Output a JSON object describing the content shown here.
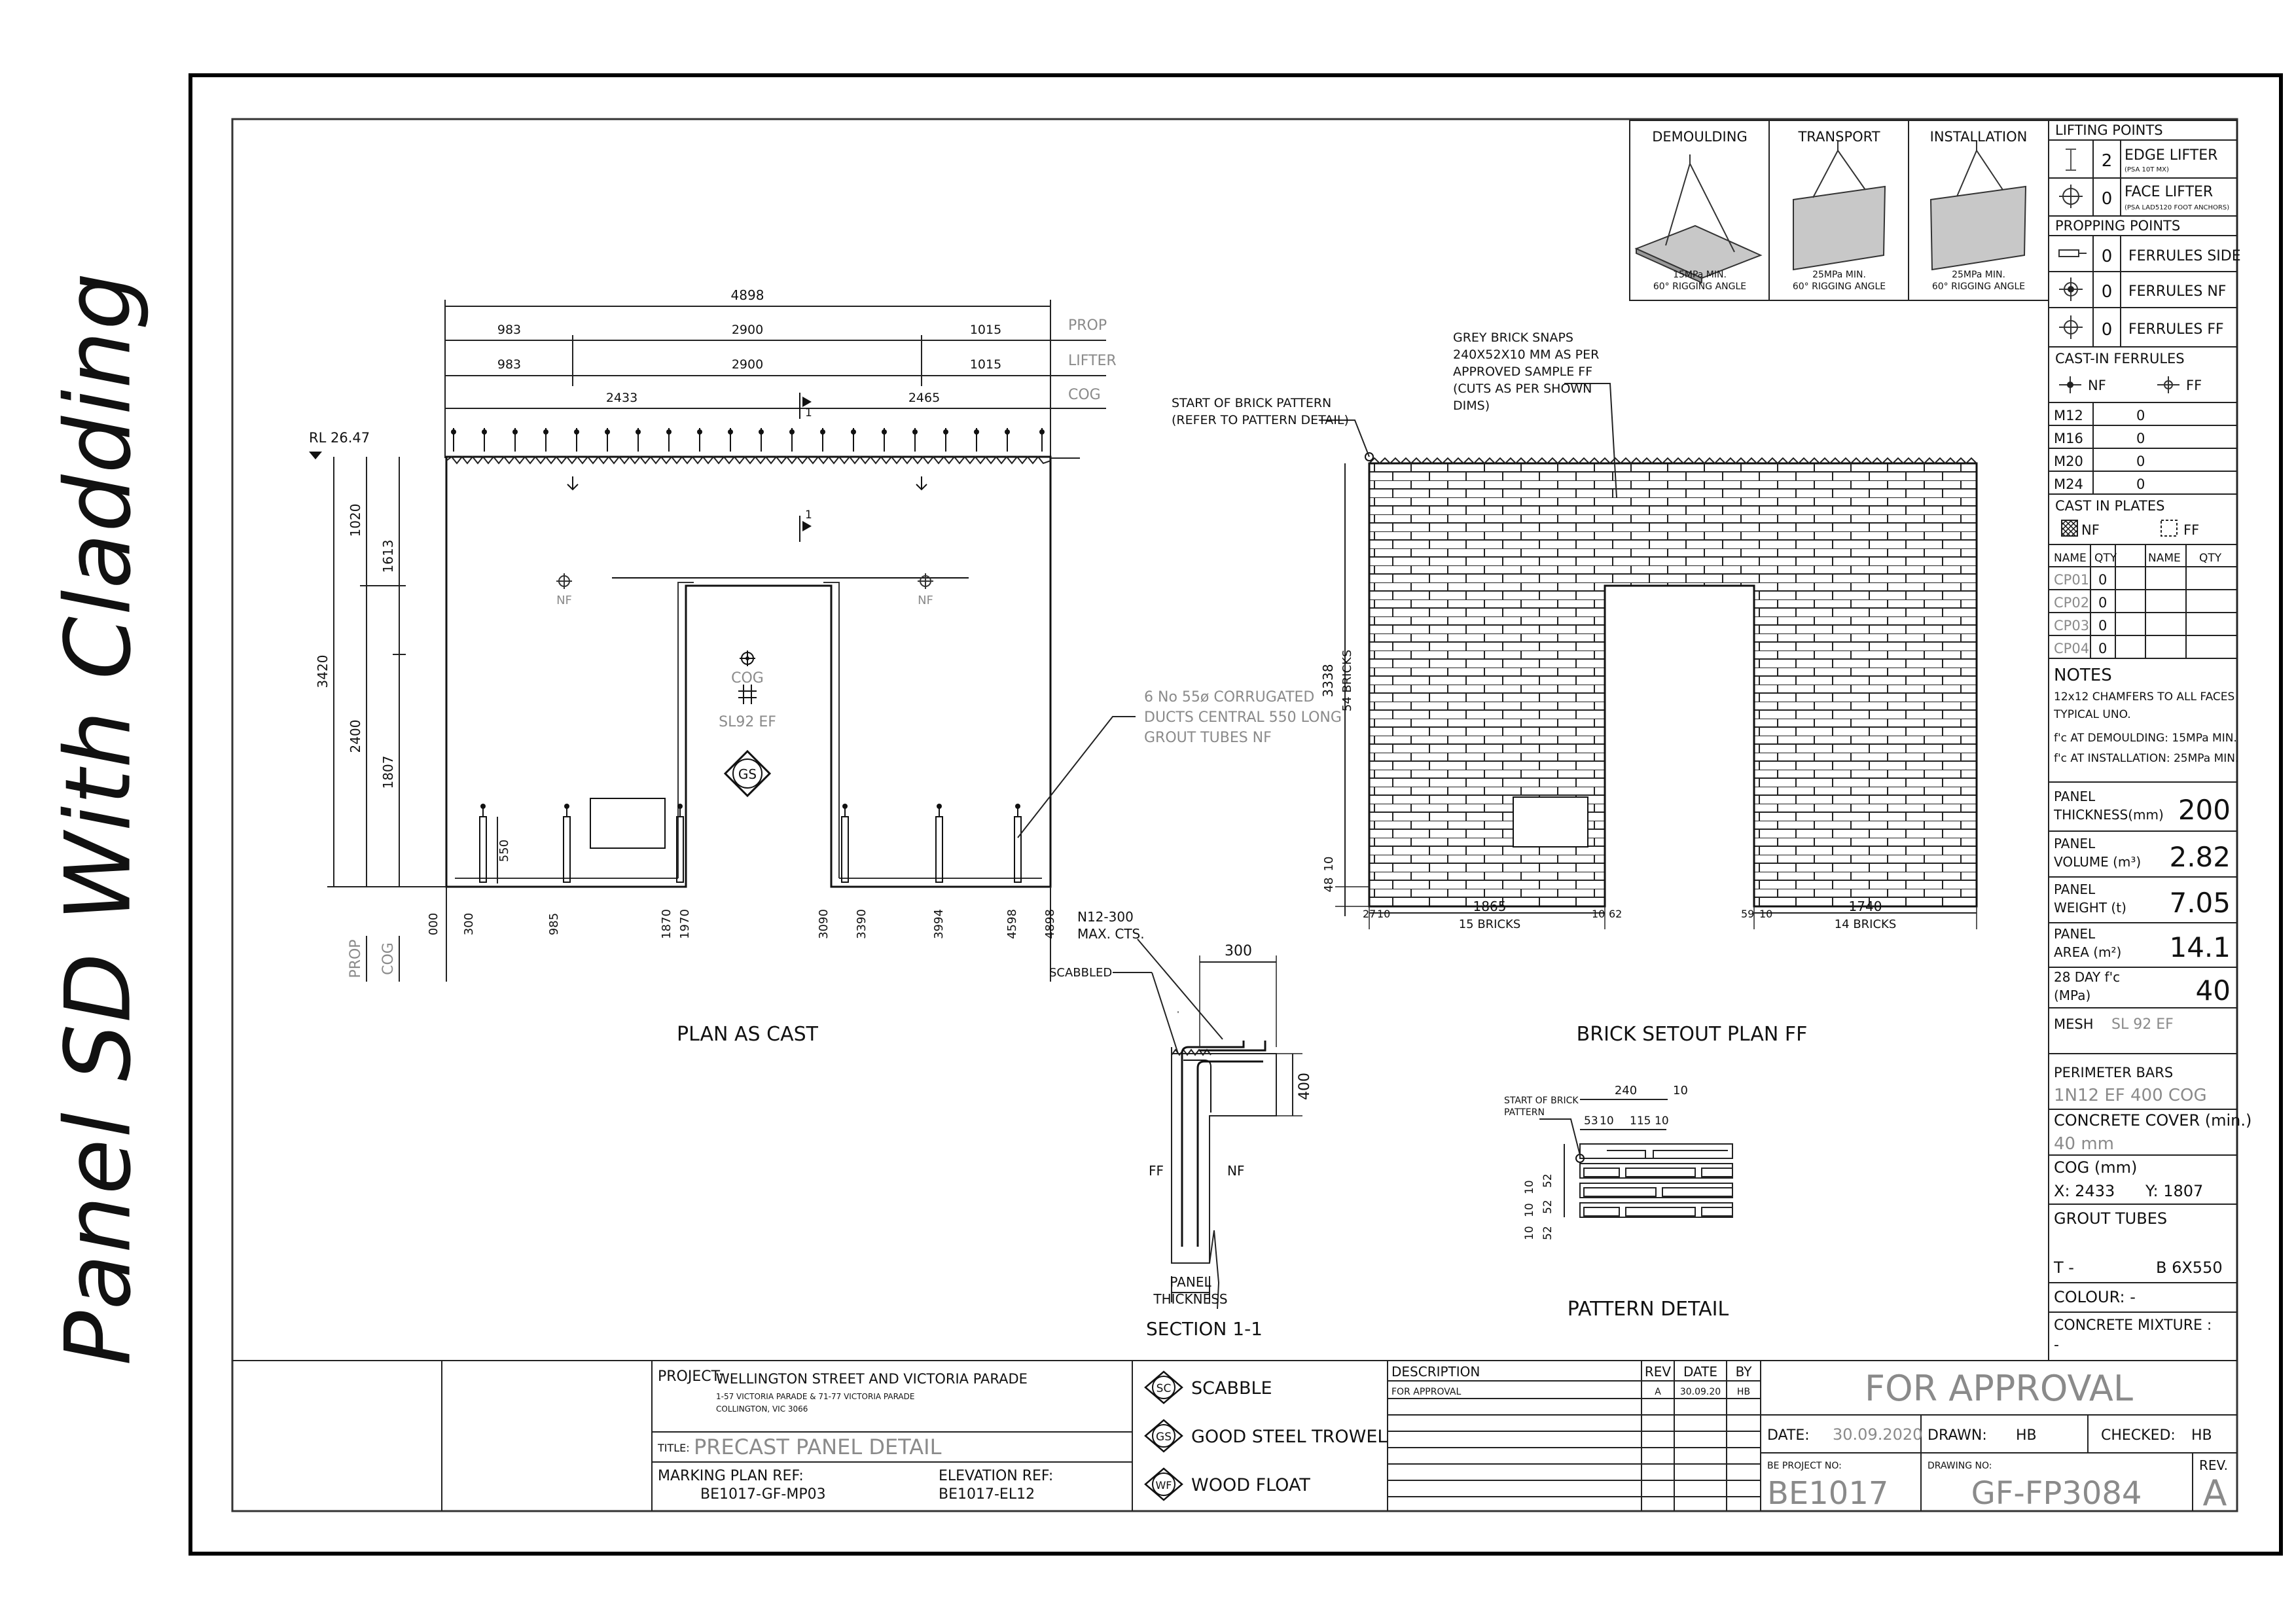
{
  "page_title": "Panel SD With Cladding",
  "drawing": {
    "plan": {
      "title": "PLAN AS CAST",
      "overall": "4898",
      "prop_dims": [
        "983",
        "2900",
        "1015"
      ],
      "lifter_dims": [
        "983",
        "2900",
        "1015"
      ],
      "cog_dims": [
        "2433",
        "2465"
      ],
      "row_labels": [
        "PROP",
        "LIFTER",
        "COG"
      ],
      "rl": "RL 26.47",
      "vert_dims": [
        "3420",
        "1020",
        "1613",
        "2400",
        "1807",
        "550"
      ],
      "bottom_dims": [
        "000",
        "300",
        "985",
        "1870",
        "1970",
        "3090",
        "3390",
        "3994",
        "4598",
        "4898"
      ],
      "bottom_labels": [
        "PROP",
        "COG"
      ],
      "section_mark": "1",
      "nf_label": "NF",
      "cog_label": "COG",
      "mesh_label": "SL92 EF",
      "gs_symbol": "GS",
      "duct_note": [
        "6 No 55ø CORRUGATED",
        "DUCTS CENTRAL 550 LONG",
        "GROUT TUBES NF"
      ]
    },
    "brick": {
      "title": "BRICK SETOUT PLAN FF",
      "note_start": [
        "START OF BRICK PATTERN",
        "(REFER TO PATTERN DETAIL)"
      ],
      "note_grey": [
        "GREY BRICK SNAPS",
        "240X52X10 MM AS PER",
        "APPROVED SAMPLE FF",
        "(CUTS AS PER SHOWN",
        "DIMS)"
      ],
      "height_dim": "3338",
      "height_bricks": "54 BRICKS",
      "left_dim": "1865",
      "left_bricks": "15 BRICKS",
      "right_dim": "1740",
      "right_bricks": "14 BRICKS",
      "small_dims": [
        "10",
        "48",
        "27",
        "10",
        "10",
        "62",
        "59",
        "10"
      ]
    },
    "section": {
      "title": "SECTION 1-1",
      "bar_note": [
        "N12-300",
        "MAX. CTS."
      ],
      "scabbled": "SCABBLED",
      "dim_300": "300",
      "dim_400": "400",
      "ff": "FF",
      "nf": "NF",
      "panel_thickness": [
        "PANEL",
        "THICKNESS"
      ]
    },
    "pattern": {
      "title": "PATTERN DETAIL",
      "start_note": [
        "START OF BRICK",
        "PATTERN"
      ],
      "dims_top": [
        "240",
        "10"
      ],
      "dims_row": [
        "53",
        "10",
        "115",
        "10"
      ],
      "dims_side": [
        "10",
        "10",
        "10",
        "52",
        "52",
        "52"
      ]
    }
  },
  "lifting_diagrams": [
    {
      "label": "DEMOULDING",
      "note1": "15MPa MIN.",
      "note2": "60° RIGGING ANGLE"
    },
    {
      "label": "TRANSPORT",
      "note1": "25MPa MIN.",
      "note2": "60° RIGGING ANGLE"
    },
    {
      "label": "INSTALLATION",
      "note1": "25MPa MIN.",
      "note2": "60° RIGGING ANGLE"
    }
  ],
  "side_table": {
    "lifting_header": "LIFTING POINTS",
    "edge_qty": "2",
    "edge_label": "EDGE LIFTER",
    "edge_sub": "(PSA 10T MX)",
    "face_qty": "0",
    "face_label": "FACE LIFTER",
    "face_sub": "(PSA LAD5120 FOOT ANCHORS)",
    "propping_header": "PROPPING POINTS",
    "ferr_side_qty": "0",
    "ferr_side": "FERRULES SIDE",
    "ferr_nf_qty": "0",
    "ferr_nf": "FERRULES NF",
    "ferr_ff_qty": "0",
    "ferr_ff": "FERRULES FF",
    "castin_header": "CAST-IN FERRULES",
    "castin_nf": "NF",
    "castin_ff": "FF",
    "ferrules": [
      {
        "size": "M12",
        "qty": "0"
      },
      {
        "size": "M16",
        "qty": "0"
      },
      {
        "size": "M20",
        "qty": "0"
      },
      {
        "size": "M24",
        "qty": "0"
      }
    ],
    "plates_header": "CAST IN PLATES",
    "plates_nf": "NF",
    "plates_ff": "FF",
    "plates_cols": [
      "NAME",
      "QTY",
      "NAME",
      "QTY"
    ],
    "plates": [
      {
        "name": "CP01",
        "qty": "0"
      },
      {
        "name": "CP02",
        "qty": "0"
      },
      {
        "name": "CP03",
        "qty": "0"
      },
      {
        "name": "CP04",
        "qty": "0"
      }
    ],
    "notes_header": "NOTES",
    "notes": [
      "12x12 CHAMFERS TO ALL FACES",
      "TYPICAL UNO.",
      "f'c AT DEMOULDING: 15MPa MIN.",
      "f'c AT INSTALLATION: 25MPa MIN."
    ],
    "thickness_label1": "PANEL",
    "thickness_label2": "THICKNESS(mm)",
    "thickness": "200",
    "volume_label1": "PANEL",
    "volume_label2": "VOLUME (m³)",
    "volume": "2.82",
    "weight_label1": "PANEL",
    "weight_label2": "WEIGHT (t)",
    "weight": "7.05",
    "area_label1": "PANEL",
    "area_label2": "AREA (m²)",
    "area": "14.1",
    "fc_label1": "28 DAY f'c",
    "fc_label2": "(MPa)",
    "fc": "40",
    "mesh_label": "MESH",
    "mesh": "SL 92 EF",
    "perimeter_label": "PERIMETER BARS",
    "perimeter": "1N12 EF 400 COG",
    "cover_label": "CONCRETE COVER (min.)",
    "cover": "40 mm",
    "cog_label": "COG (mm)",
    "cog_x": "X: 2433",
    "cog_y": "Y: 1807",
    "grout_label": "GROUT TUBES",
    "grout_t": "T -",
    "grout_b": "B 6X550",
    "colour": "COLOUR: -",
    "mixture": "CONCRETE MIXTURE :",
    "mixture_val": "-"
  },
  "title_block": {
    "project_label": "PROJECT:",
    "project": "WELLINGTON STREET AND VICTORIA PARADE",
    "address1": "1-57 VICTORIA PARADE & 71-77 VICTORIA PARADE",
    "address2": "COLLINGTON, VIC 3066",
    "title_label": "TITLE:",
    "title": "PRECAST PANEL DETAIL",
    "marking_label": "MARKING PLAN REF:",
    "marking": "BE1017-GF-MP03",
    "elevation_label": "ELEVATION REF:",
    "elevation": "BE1017-EL12",
    "legend": [
      {
        "symbol": "SC",
        "label": "SCABBLE"
      },
      {
        "symbol": "GS",
        "label": "GOOD STEEL TROWEL"
      },
      {
        "symbol": "WF",
        "label": "WOOD FLOAT"
      }
    ],
    "rev_headers": [
      "DESCRIPTION",
      "REV",
      "DATE",
      "BY"
    ],
    "rev_row": [
      "FOR APPROVAL",
      "A",
      "30.09.20",
      "HB"
    ],
    "status": "FOR APPROVAL",
    "date_label": "DATE:",
    "date": "30.09.2020",
    "drawn_label": "DRAWN:",
    "drawn": "HB",
    "checked_label": "CHECKED:",
    "checked": "HB",
    "project_no_label": "BE PROJECT NO:",
    "project_no": "BE1017",
    "drawing_no_label": "DRAWING NO:",
    "drawing_no": "GF-FP3084",
    "rev_label": "REV.",
    "rev": "A"
  }
}
